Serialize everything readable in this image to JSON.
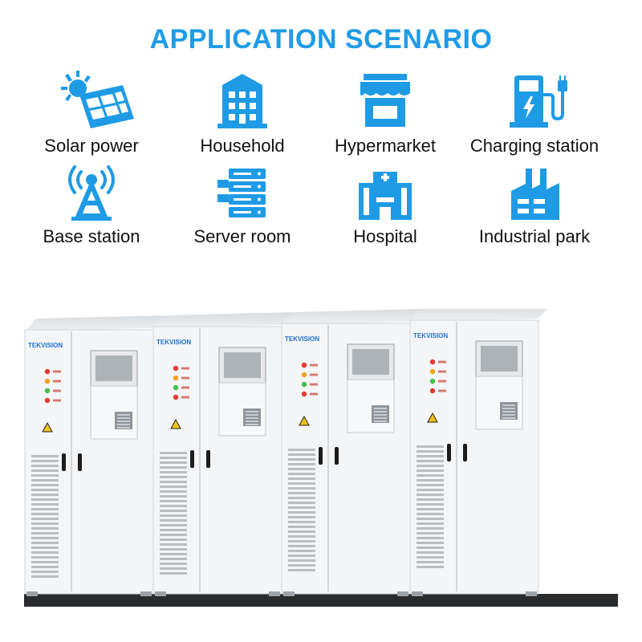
{
  "title": "APPLICATION SCENARIO",
  "accent_color": "#1f9be6",
  "scenarios": [
    {
      "label": "Solar power",
      "icon": "solar-panel-icon"
    },
    {
      "label": "Household",
      "icon": "building-icon"
    },
    {
      "label": "Hypermarket",
      "icon": "store-icon"
    },
    {
      "label": "Charging station",
      "icon": "ev-charger-icon"
    },
    {
      "label": "Base station",
      "icon": "radio-tower-icon"
    },
    {
      "label": "Server room",
      "icon": "server-rack-icon"
    },
    {
      "label": "Hospital",
      "icon": "hospital-icon"
    },
    {
      "label": "Industrial park",
      "icon": "factory-icon"
    }
  ],
  "product": {
    "brand": "TEKVISION",
    "cabinet_count": 4
  }
}
